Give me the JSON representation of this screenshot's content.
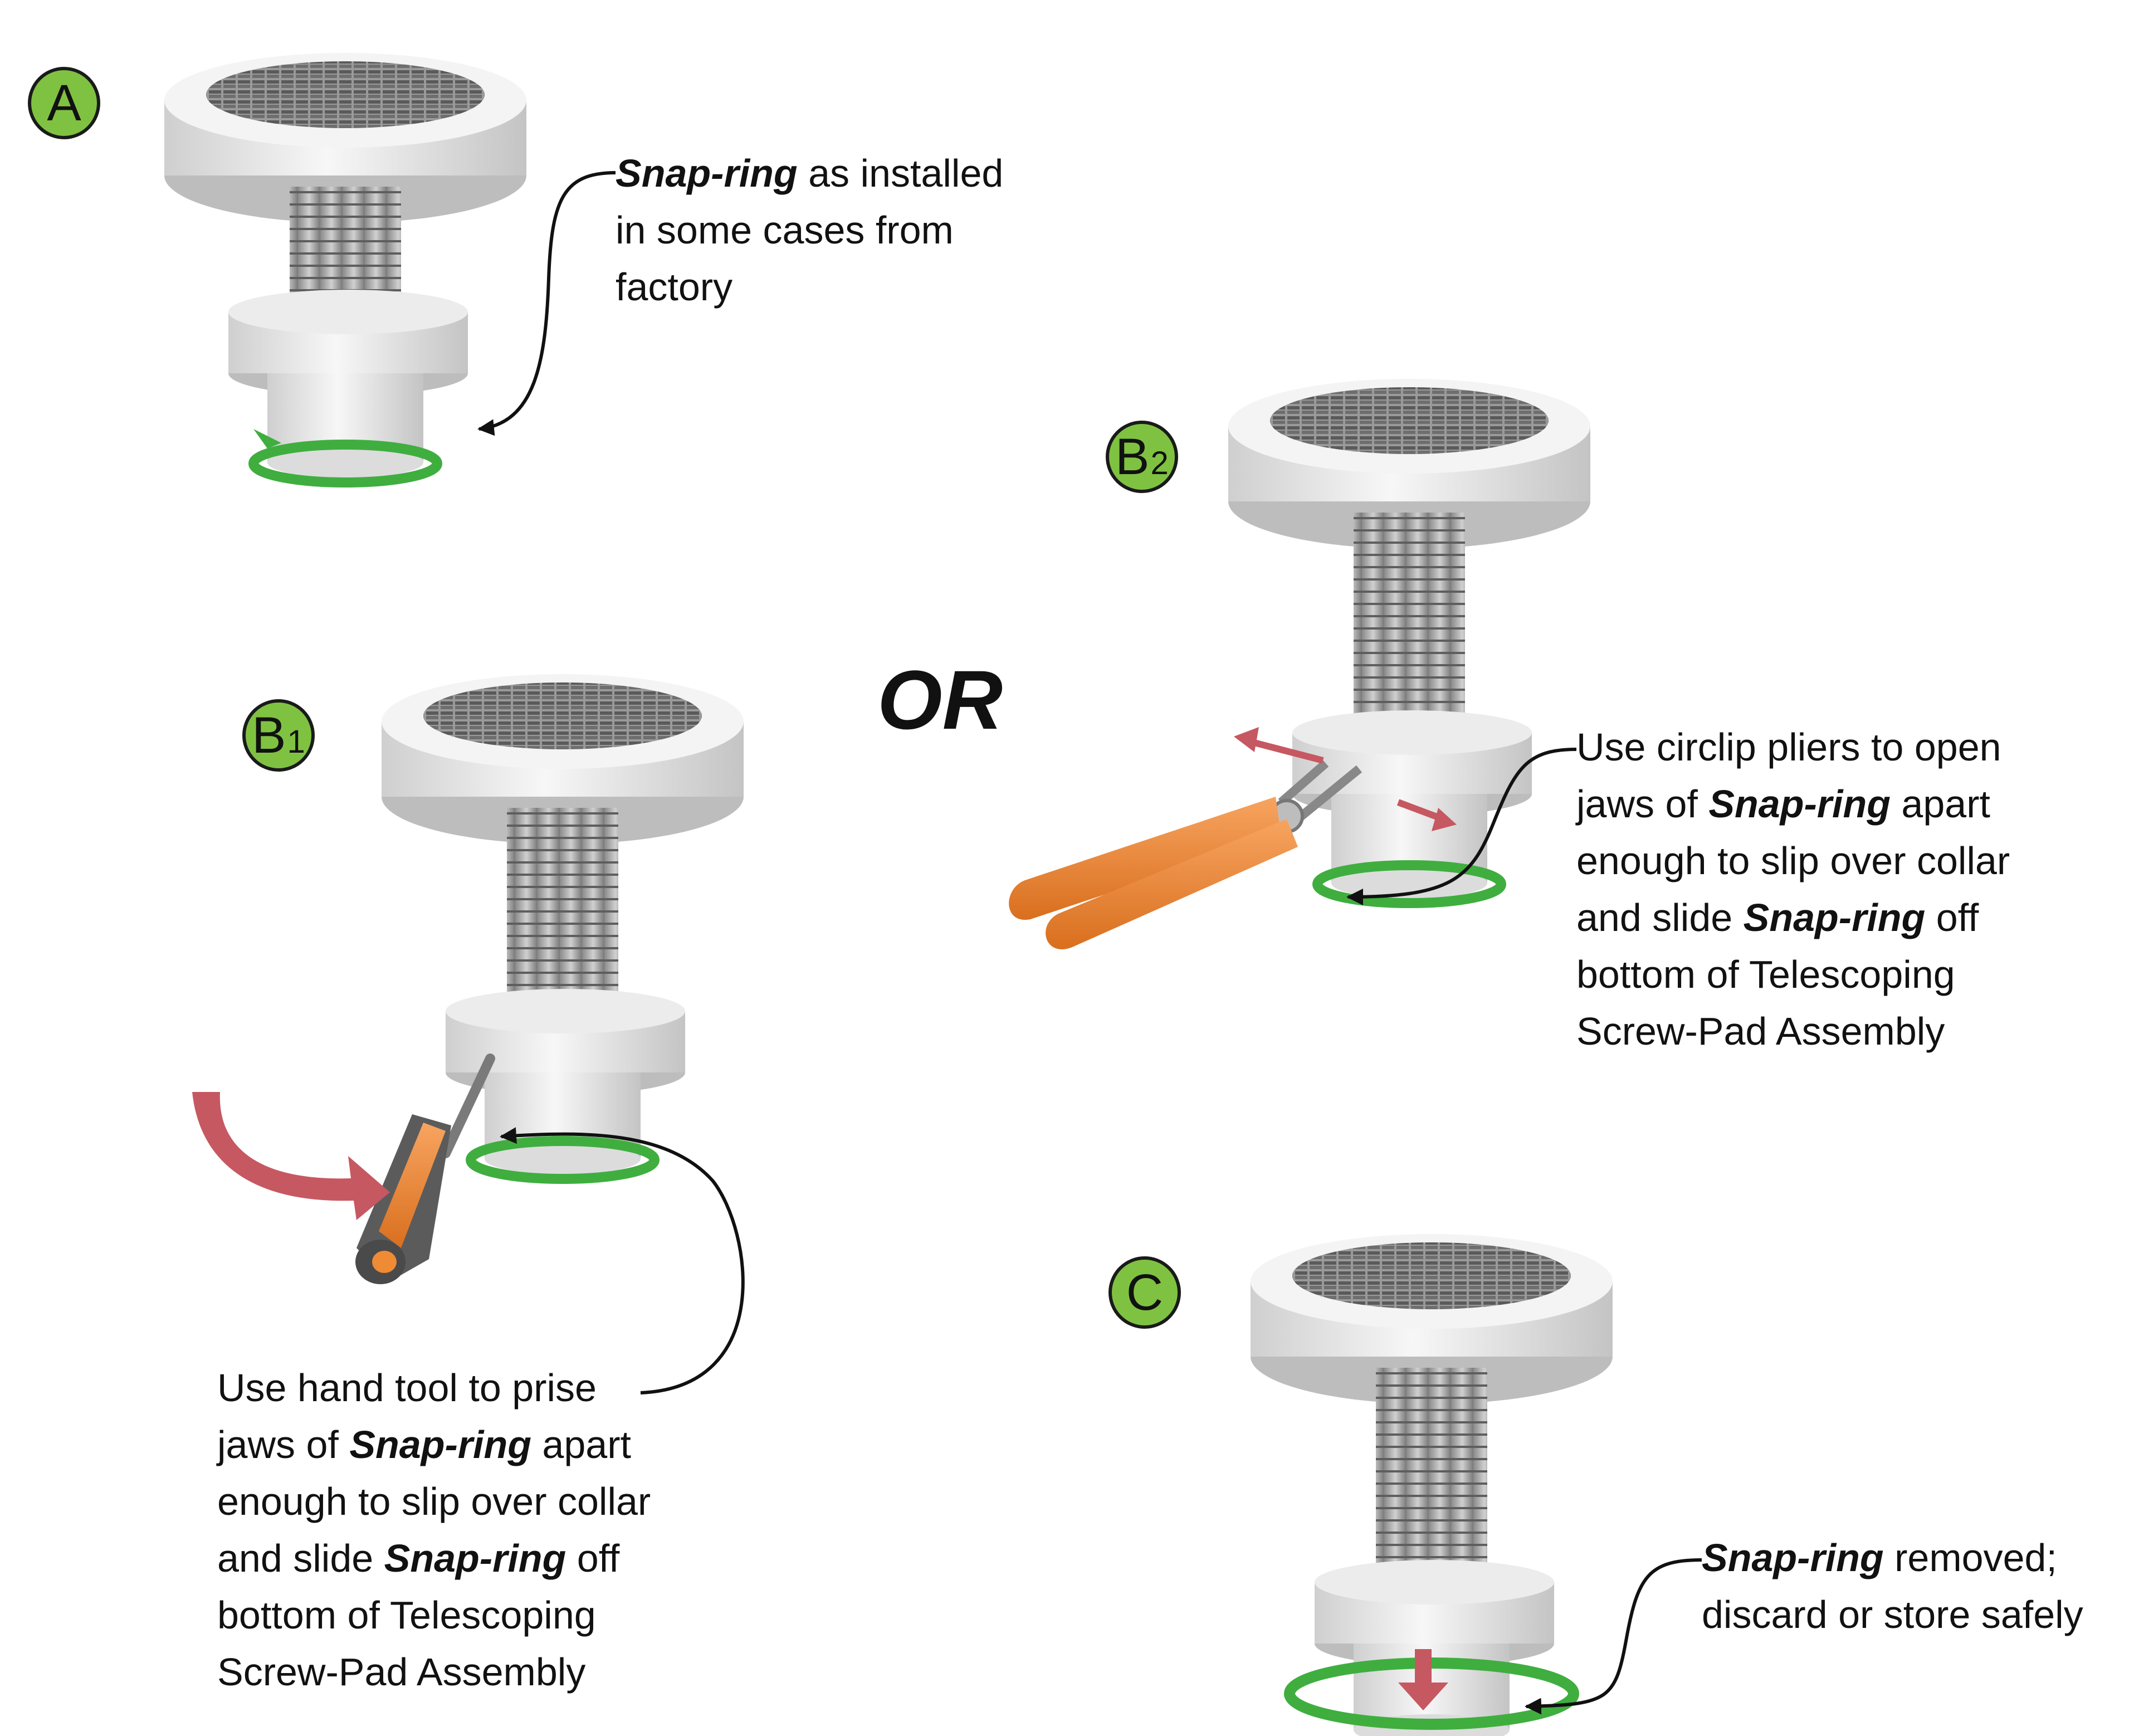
{
  "badges": {
    "a": "A",
    "b1_letter": "B",
    "b1_sub": "1",
    "b2_letter": "B",
    "b2_sub": "2",
    "c": "C"
  },
  "or_text": "OR",
  "callout_a": {
    "term": "Snap-ring",
    "line1_rest": " as installed",
    "line2": "in some cases from",
    "line3": "factory"
  },
  "callout_b1": {
    "line1": "Use hand tool to prise",
    "line2_pre": "jaws of ",
    "term": "Snap-ring",
    "line2_post": " apart",
    "line3": "enough to slip over collar",
    "line4_pre": "and slide ",
    "line4_post": " off",
    "line5": "bottom of Telescoping",
    "line6": "Screw-Pad Assembly"
  },
  "callout_b2": {
    "line1": "Use circlip pliers to open",
    "line2_pre": "jaws of ",
    "term": "Snap-ring",
    "line2_post": " apart",
    "line3": "enough to slip over collar",
    "line4_pre": "and slide ",
    "line4_post": " off",
    "line5": "bottom of Telescoping",
    "line6": "Screw-Pad Assembly"
  },
  "callout_c": {
    "term": "Snap-ring",
    "line1_rest": " removed;",
    "line2": "discard or store safely"
  },
  "colors": {
    "badge": "#7fc241",
    "snap_ring": "#3fae3f",
    "arrow_red": "#c65861",
    "tool_orange": "#ef8a35",
    "pad_white": "#f1f1f1"
  }
}
